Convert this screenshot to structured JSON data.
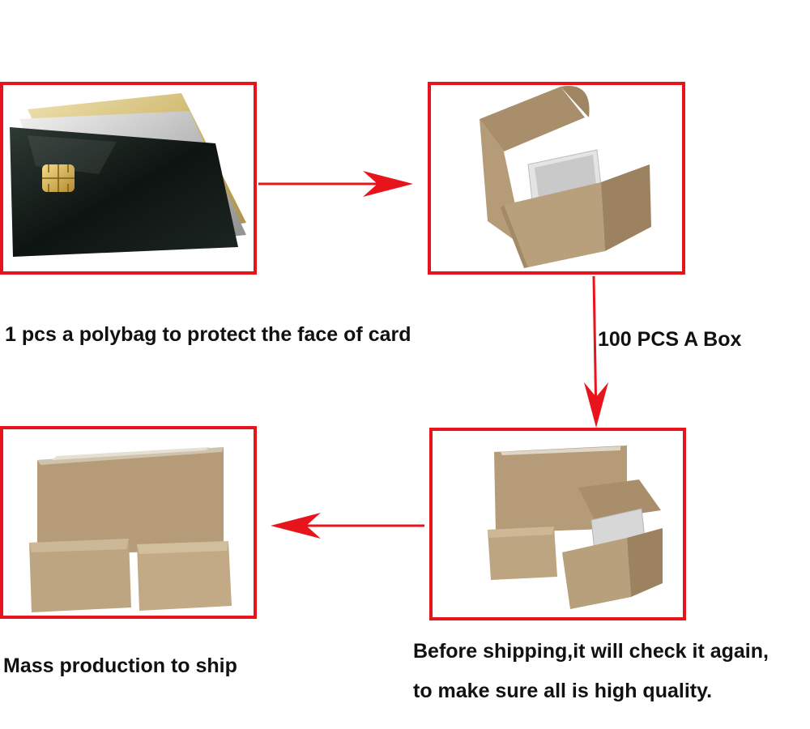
{
  "steps": {
    "polybag": {
      "caption": "1 pcs a polybag to protect the face of card"
    },
    "box": {
      "caption": "100 PCS A Box"
    },
    "ship": {
      "caption": "Mass production to ship"
    },
    "check": {
      "caption_line1": "Before shipping,it will check it again,",
      "caption_line2": "to make sure all is high quality."
    }
  },
  "colors": {
    "frame": "#e8141b",
    "arrow": "#e8141b",
    "cardboard": "#b59b77",
    "text": "#111111"
  }
}
